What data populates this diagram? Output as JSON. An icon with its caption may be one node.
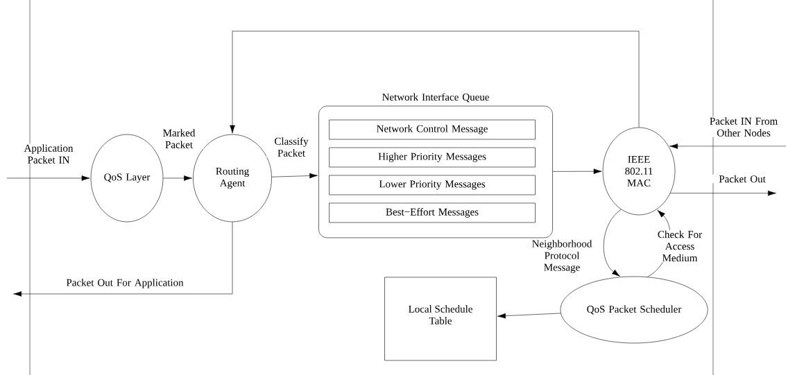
{
  "diagram": {
    "nodes": [
      {
        "text": [
          "QoS Layer"
        ]
      },
      {
        "text": [
          "Routing Agent"
        ]
      },
      {
        "text": [
          "Network Interface Queue"
        ]
      },
      {
        "text": [
          "Network Control Message"
        ],
        "in": 2
      },
      {
        "text": [
          "Higher Priority Messages"
        ],
        "in": 2
      },
      {
        "text": [
          "Lower Priority Messages"
        ],
        "in": 2
      },
      {
        "text": [
          "Best−Effort Messages"
        ],
        "in": 2
      },
      {
        "text": [
          "IEEE 802.11 MAC"
        ]
      },
      {
        "text": [
          "QoS Packet Scheduler"
        ]
      },
      {
        "text": [
          "Local Schedule Table"
        ]
      }
    ],
    "edges": [
      {
        "from": null,
        "to": 0,
        "arrow": "to",
        "label": "Application Packet IN"
      },
      {
        "from": 0,
        "to": 1,
        "arrow": "to",
        "label": "Marked Packet"
      },
      {
        "from": 1,
        "to": 2,
        "arrow": "to",
        "label": "Classify Packet"
      },
      {
        "from": 2,
        "to": 7,
        "arrow": "to"
      },
      {
        "from": 7,
        "to": 1,
        "arrow": "to"
      },
      {
        "from": null,
        "to": 7,
        "arrow": "to",
        "label": "Packet IN From Other Nodes"
      },
      {
        "from": 7,
        "to": null,
        "arrow": "to",
        "label": "Packet Out"
      },
      {
        "from": 7,
        "to": 8,
        "arrow": "to",
        "label": "Neighborhood Protocol Message"
      },
      {
        "from": 8,
        "to": 7,
        "arrow": "to",
        "label": "Check For Access Medium"
      },
      {
        "from": 8,
        "to": 9,
        "arrow": "to"
      },
      {
        "from": 1,
        "to": null,
        "arrow": "to",
        "label": "Packet Out For Application"
      }
    ]
  }
}
